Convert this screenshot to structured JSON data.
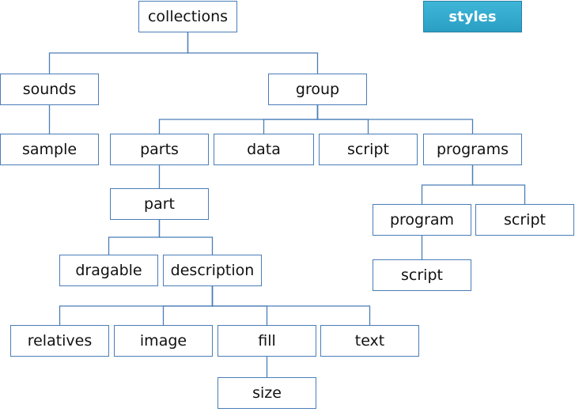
{
  "nodes": {
    "collections": "collections",
    "styles": "styles",
    "sounds": "sounds",
    "group": "group",
    "sample": "sample",
    "parts": "parts",
    "data": "data",
    "group_script": "script",
    "programs": "programs",
    "part": "part",
    "program": "program",
    "programs_script": "script",
    "program_script": "script",
    "dragable": "dragable",
    "description": "description",
    "relatives": "relatives",
    "image": "image",
    "fill": "fill",
    "text": "text",
    "size": "size"
  },
  "edges": [
    [
      "collections",
      "sounds"
    ],
    [
      "collections",
      "group"
    ],
    [
      "sounds",
      "sample"
    ],
    [
      "group",
      "parts"
    ],
    [
      "group",
      "data"
    ],
    [
      "group",
      "group_script"
    ],
    [
      "group",
      "programs"
    ],
    [
      "parts",
      "part"
    ],
    [
      "programs",
      "program"
    ],
    [
      "programs",
      "programs_script"
    ],
    [
      "program",
      "program_script"
    ],
    [
      "part",
      "dragable"
    ],
    [
      "part",
      "description"
    ],
    [
      "description",
      "relatives"
    ],
    [
      "description",
      "image"
    ],
    [
      "description",
      "fill"
    ],
    [
      "description",
      "text"
    ],
    [
      "fill",
      "size"
    ]
  ],
  "colors": {
    "line": "#4a7db8",
    "node_border": "#4a7db8",
    "highlight": "#35acd0"
  }
}
